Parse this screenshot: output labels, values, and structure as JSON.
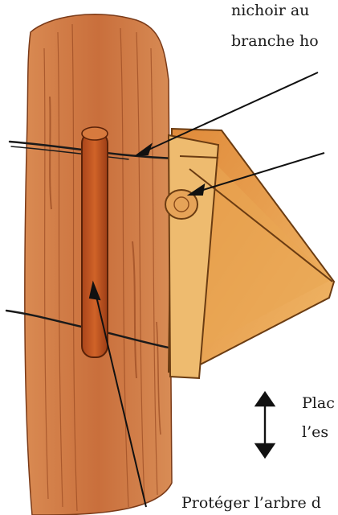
{
  "caption_top": {
    "line1": "nichoir au",
    "line2": "branche ho"
  },
  "caption_right": {
    "line1": "Plac",
    "line2": "l’es"
  },
  "caption_bottom": "Protéger l’arbre d",
  "colors": {
    "trunk": "#c96f3c",
    "trunk_dark": "#9a4a22",
    "stake": "#c4521c",
    "box_wood": "#e3a04e",
    "box_light": "#f0c278",
    "wire": "#1a1a1a"
  },
  "icons": {
    "height_marker": "double-arrow-vertical-icon"
  }
}
